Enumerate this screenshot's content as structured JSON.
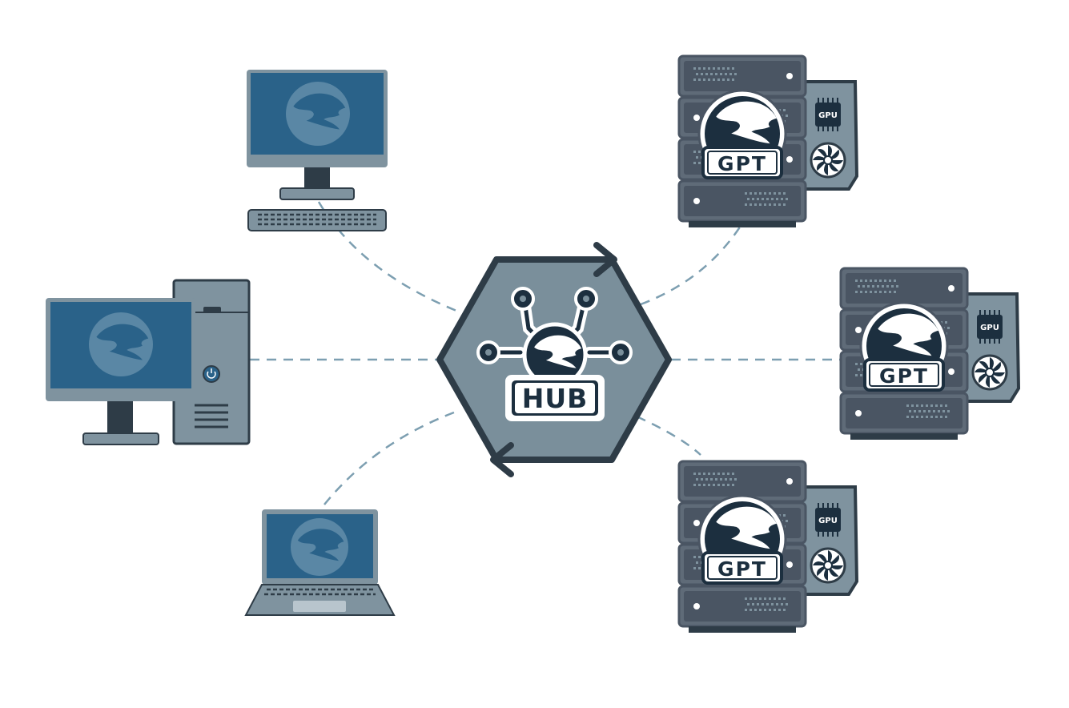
{
  "hub": {
    "label": "HUB"
  },
  "servers": [
    {
      "model_label": "GPT",
      "chip_label": "GPU"
    },
    {
      "model_label": "GPT",
      "chip_label": "GPU"
    },
    {
      "model_label": "GPT",
      "chip_label": "GPU"
    }
  ],
  "clients": [
    {
      "kind": "desktop-monitor"
    },
    {
      "kind": "desktop-tower"
    },
    {
      "kind": "laptop"
    }
  ],
  "colors": {
    "outline": "#2e3c47",
    "hub_fill": "#7a8f9b",
    "screen": "#2a6289",
    "screen_logo": "#5a87a5",
    "device_gray": "#7f939f",
    "server_dark": "#4a5563",
    "server_panel": "#5f6b78",
    "link_dashed": "#7d9fb1",
    "dark_navy": "#1c2f3f"
  }
}
